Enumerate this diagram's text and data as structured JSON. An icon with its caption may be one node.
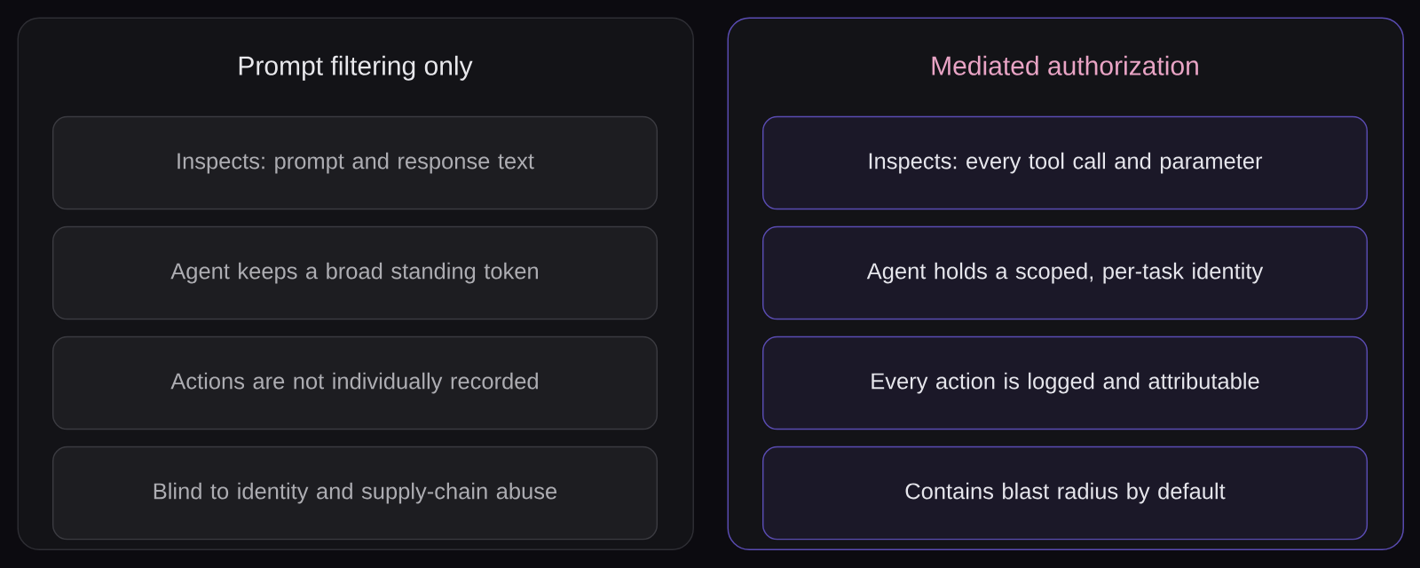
{
  "diagram": {
    "nodes": [
      {
        "text": [
          "Prompt filtering only"
        ]
      },
      {
        "text": [
          "Inspects: prompt and response text"
        ],
        "in": 0
      },
      {
        "text": [
          "Agent keeps a broad standing token"
        ],
        "in": 0
      },
      {
        "text": [
          "Actions are not individually recorded"
        ],
        "in": 0
      },
      {
        "text": [
          "Blind to identity and supply-chain abuse"
        ],
        "in": 0
      },
      {
        "text": [
          "Mediated authorization"
        ]
      },
      {
        "text": [
          "Inspects: every tool call and parameter"
        ],
        "in": 5
      },
      {
        "text": [
          "Agent holds a scoped, per-task identity"
        ],
        "in": 5
      },
      {
        "text": [
          "Every action is logged and attributable"
        ],
        "in": 5
      },
      {
        "text": [
          "Contains blast radius by default"
        ],
        "in": 5
      }
    ]
  }
}
